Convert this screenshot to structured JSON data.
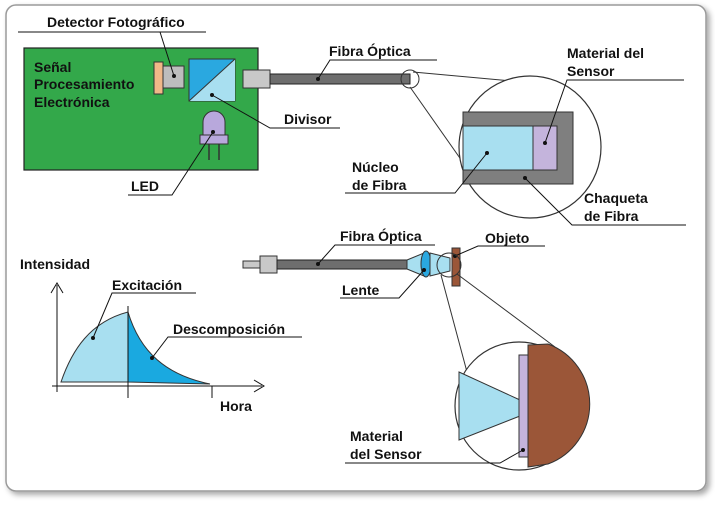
{
  "labels": {
    "detector": "Detector Fotográfico",
    "board_line1": "Señal",
    "board_line2": "Procesamiento",
    "board_line3": "Electrónica",
    "fiber_top": "Fibra Óptica",
    "divisor": "Divisor",
    "led": "LED",
    "material_top_line1": "Material del",
    "material_top_line2": "Sensor",
    "core_line1": "Núcleo",
    "core_line2": "de Fibra",
    "jacket_line1": "Chaqueta",
    "jacket_line2": "de Fibra",
    "fiber_bottom": "Fibra Óptica",
    "object": "Objeto",
    "lens": "Lente",
    "material_bottom_line1": "Material",
    "material_bottom_line2": "del Sensor"
  },
  "graph": {
    "ylabel": "Intensidad",
    "xlabel": "Hora",
    "excitation_label": "Excitación",
    "decay_label": "Descomposición"
  },
  "colors": {
    "board": "#33a84a",
    "light_blue": "#a8dff0",
    "decay_blue": "#1aa9e0",
    "sensor_purple": "#c4b4dc",
    "led_purple": "#b8a8dc",
    "detector_orange": "#f0b888",
    "object_brown": "#9b5638",
    "jacket_gray": "#7f7f7f",
    "fiber_gray": "#6e6e6e"
  }
}
